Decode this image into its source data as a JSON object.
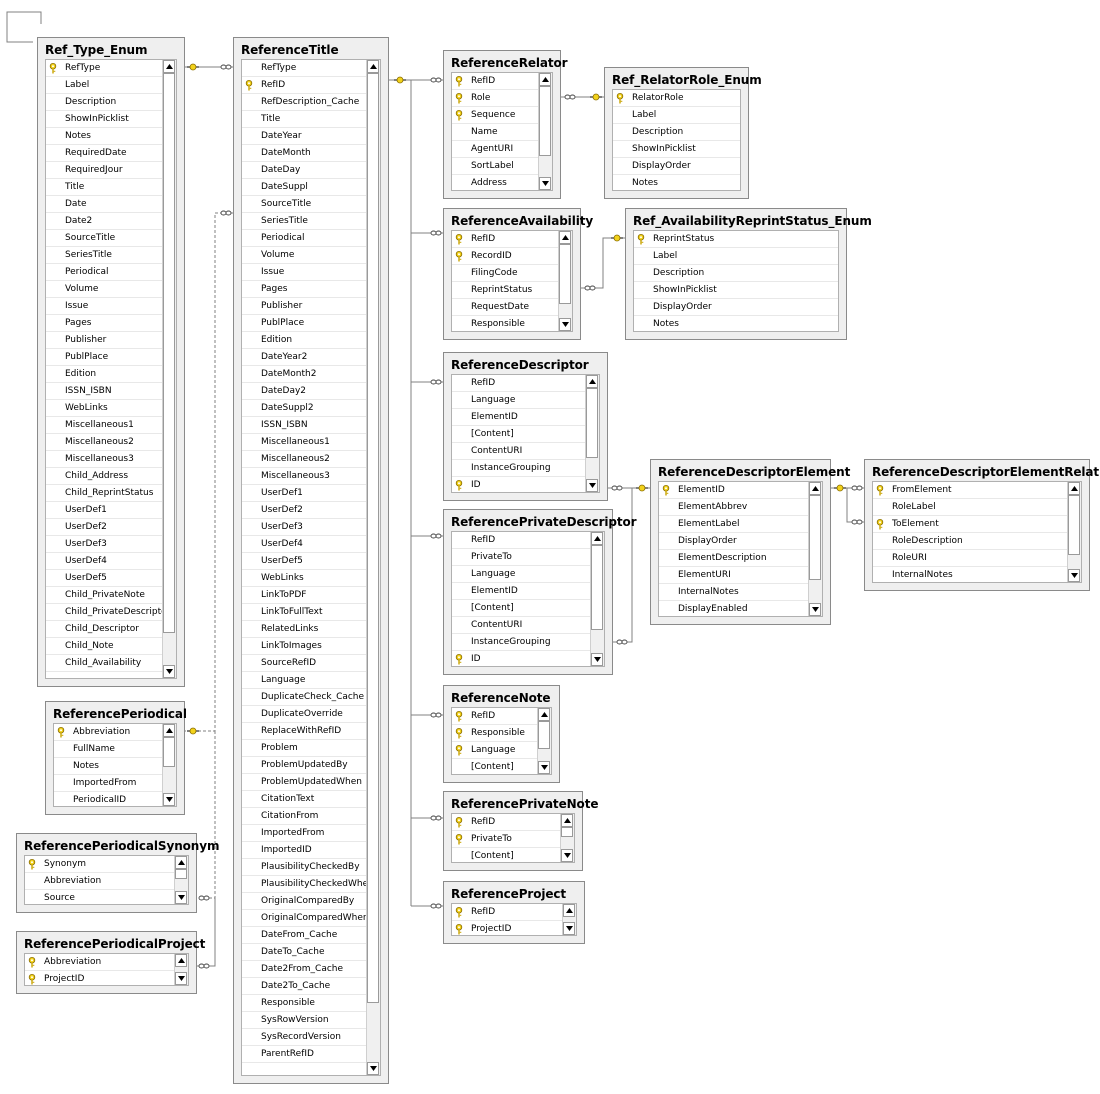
{
  "tables": [
    {
      "title": "Ref_Type_Enum",
      "columns": [
        "RefType",
        "Label",
        "Description",
        "ShowInPicklist",
        "Notes",
        "RequiredDate",
        "RequiredJour",
        "Title",
        "Date",
        "Date2",
        "SourceTitle",
        "SeriesTitle",
        "Periodical",
        "Volume",
        "Issue",
        "Pages",
        "Publisher",
        "PublPlace",
        "Edition",
        "ISSN_ISBN",
        "WebLinks",
        "Miscellaneous1",
        "Miscellaneous2",
        "Miscellaneous3",
        "Child_Address",
        "Child_ReprintStatus",
        "UserDef1",
        "UserDef2",
        "UserDef3",
        "UserDef4",
        "UserDef5",
        "Child_PrivateNote",
        "Child_PrivateDescriptor",
        "Child_Descriptor",
        "Child_Note",
        "Child_Availability"
      ],
      "keys": [
        0
      ]
    },
    {
      "title": "ReferenceTitle",
      "columns": [
        "RefType",
        "RefID",
        "RefDescription_Cache",
        "Title",
        "DateYear",
        "DateMonth",
        "DateDay",
        "DateSuppl",
        "SourceTitle",
        "SeriesTitle",
        "Periodical",
        "Volume",
        "Issue",
        "Pages",
        "Publisher",
        "PublPlace",
        "Edition",
        "DateYear2",
        "DateMonth2",
        "DateDay2",
        "DateSuppl2",
        "ISSN_ISBN",
        "Miscellaneous1",
        "Miscellaneous2",
        "Miscellaneous3",
        "UserDef1",
        "UserDef2",
        "UserDef3",
        "UserDef4",
        "UserDef5",
        "WebLinks",
        "LinkToPDF",
        "LinkToFullText",
        "RelatedLinks",
        "LinkToImages",
        "SourceRefID",
        "Language",
        "DuplicateCheck_Cache",
        "DuplicateOverride",
        "ReplaceWithRefID",
        "Problem",
        "ProblemUpdatedBy",
        "ProblemUpdatedWhen",
        "CitationText",
        "CitationFrom",
        "ImportedFrom",
        "ImportedID",
        "PlausibilityCheckedBy",
        "PlausibilityCheckedWhen",
        "OriginalComparedBy",
        "OriginalComparedWhen",
        "DateFrom_Cache",
        "DateTo_Cache",
        "Date2From_Cache",
        "Date2To_Cache",
        "Responsible",
        "SysRowVersion",
        "SysRecordVersion",
        "ParentRefID"
      ],
      "keys": [
        1
      ]
    },
    {
      "title": "ReferenceRelator",
      "columns": [
        "RefID",
        "Role",
        "Sequence",
        "Name",
        "AgentURI",
        "SortLabel",
        "Address"
      ],
      "keys": [
        0,
        1,
        2
      ]
    },
    {
      "title": "Ref_RelatorRole_Enum",
      "columns": [
        "RelatorRole",
        "Label",
        "Description",
        "ShowInPicklist",
        "DisplayOrder",
        "Notes"
      ],
      "keys": [
        0
      ]
    },
    {
      "title": "ReferenceAvailability",
      "columns": [
        "RefID",
        "RecordID",
        "FilingCode",
        "ReprintStatus",
        "RequestDate",
        "Responsible"
      ],
      "keys": [
        0,
        1
      ]
    },
    {
      "title": "Ref_AvailabilityReprintStatus_Enum",
      "columns": [
        "ReprintStatus",
        "Label",
        "Description",
        "ShowInPicklist",
        "DisplayOrder",
        "Notes"
      ],
      "keys": [
        0
      ]
    },
    {
      "title": "ReferenceDescriptor",
      "columns": [
        "RefID",
        "Language",
        "ElementID",
        "[Content]",
        "ContentURI",
        "InstanceGrouping",
        "ID"
      ],
      "keys": [
        6
      ]
    },
    {
      "title": "ReferenceDescriptorElement",
      "columns": [
        "ElementID",
        "ElementAbbrev",
        "ElementLabel",
        "DisplayOrder",
        "ElementDescription",
        "ElementURI",
        "InternalNotes",
        "DisplayEnabled"
      ],
      "keys": [
        0
      ]
    },
    {
      "title": "ReferenceDescriptorElementRelation",
      "columns": [
        "FromElement",
        "RoleLabel",
        "ToElement",
        "RoleDescription",
        "RoleURI",
        "InternalNotes"
      ],
      "keys": [
        0,
        2
      ]
    },
    {
      "title": "ReferencePrivateDescriptor",
      "columns": [
        "RefID",
        "PrivateTo",
        "Language",
        "ElementID",
        "[Content]",
        "ContentURI",
        "InstanceGrouping",
        "ID"
      ],
      "keys": [
        7
      ]
    },
    {
      "title": "ReferenceNote",
      "columns": [
        "RefID",
        "Responsible",
        "Language",
        "[Content]"
      ],
      "keys": [
        0,
        1,
        2
      ]
    },
    {
      "title": "ReferencePrivateNote",
      "columns": [
        "RefID",
        "PrivateTo",
        "[Content]"
      ],
      "keys": [
        0,
        1
      ]
    },
    {
      "title": "ReferenceProject",
      "columns": [
        "RefID",
        "ProjectID"
      ],
      "keys": [
        0,
        1
      ]
    },
    {
      "title": "ReferencePeriodical",
      "columns": [
        "Abbreviation",
        "FullName",
        "Notes",
        "ImportedFrom",
        "PeriodicalID"
      ],
      "keys": [
        0
      ]
    },
    {
      "title": "ReferencePeriodicalSynonym",
      "columns": [
        "Synonym",
        "Abbreviation",
        "Source"
      ],
      "keys": [
        0
      ]
    },
    {
      "title": "ReferencePeriodicalProject",
      "columns": [
        "Abbreviation",
        "ProjectID"
      ],
      "keys": [
        0,
        1
      ]
    }
  ],
  "icons": {
    "primary_key": "key-icon",
    "scroll_up": "scroll-up-arrow-icon",
    "scroll_down": "scroll-down-arrow-icon",
    "one_end": "key-end-icon",
    "many_end": "infinity-end-icon"
  },
  "colors": {
    "key": "#f2d21b",
    "relationship_line": "#808080",
    "table_frame": "#8a8a8a"
  }
}
